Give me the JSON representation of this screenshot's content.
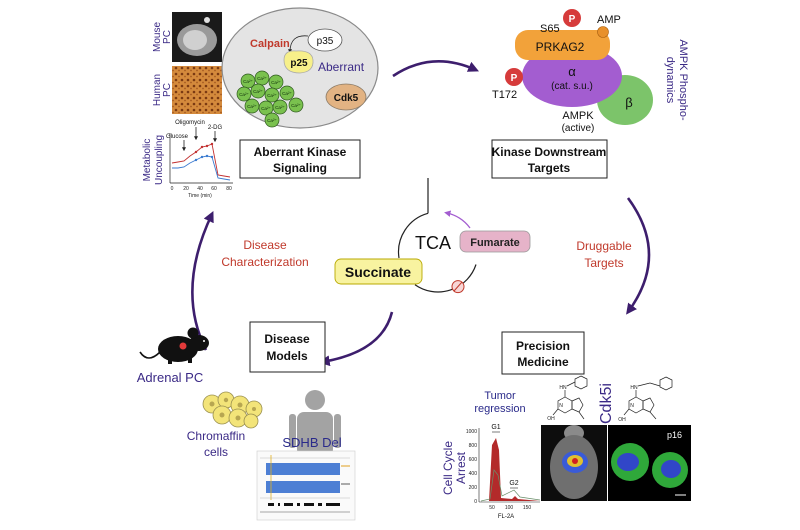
{
  "colors": {
    "arrow": "#3d1e6d",
    "label_purple": "#3b2a86",
    "label_red": "#c0392b",
    "phospho_red": "#d63b3b",
    "prkag2_orange": "#f2a23a",
    "alpha_purple": "#a35dd0",
    "beta_green": "#7cc46a",
    "succinate_yellow": "#f8f3a0",
    "fumarate_pink": "#e6b3c9",
    "calcium_green": "#7ac14e"
  },
  "imaging": {
    "mouse_pc": [
      "Mouse",
      "PC"
    ],
    "human_pc": [
      "Human",
      "PC"
    ]
  },
  "metabolic": {
    "label": [
      "Metabolic",
      "Uncoupling"
    ],
    "oligomycin": "Oligomycin",
    "glucose": "Glucose",
    "two_dg": "2-DG",
    "x_ticks": [
      "0",
      "20",
      "40",
      "60",
      "80"
    ],
    "x_label": "Time (min)"
  },
  "cell": {
    "calpain": "Calpain",
    "p35": "p35",
    "p25": "p25",
    "aberrant": "Aberrant",
    "cdk5": "Cdk5",
    "calcium": "Ca²⁺"
  },
  "stages": {
    "aberrant_kinase": [
      "Aberrant Kinase",
      "Signaling"
    ],
    "kinase_targets": [
      "Kinase Downstream",
      "Targets"
    ],
    "precision_medicine": [
      "Precision",
      "Medicine"
    ],
    "disease_models": [
      "Disease",
      "Models"
    ]
  },
  "transitions": {
    "druggable": [
      "Druggable",
      "Targets"
    ],
    "characterization": [
      "Disease",
      "Characterization"
    ]
  },
  "ampk": {
    "s65": "S65",
    "phospho": "P",
    "amp": "AMP",
    "prkag2": "PRKAG2",
    "alpha": "α",
    "alpha_sub": "(cat. s.u.)",
    "t172": "T172",
    "beta": "β",
    "name": "AMPK",
    "state": "(active)",
    "side_label": [
      "AMPK Phospho-",
      "dynamics"
    ]
  },
  "tca": {
    "center": "TCA",
    "fumarate": "Fumarate",
    "succinate": "Succinate"
  },
  "models": {
    "mouse": "Adrenal PC",
    "chromaffin": [
      "Chromaffin",
      "cells"
    ],
    "human": "SDHB Del"
  },
  "medicine": {
    "tumor": [
      "Tumor",
      "regression"
    ],
    "inhibitor": "Cdk5i",
    "chem_labels": [
      "HN",
      "N",
      "OH"
    ],
    "p16": "p16",
    "cell_cycle": [
      "Cell Cycle",
      "Arrest"
    ],
    "hist_y_ticks": [
      "1000",
      "800",
      "600",
      "400",
      "200",
      "0"
    ],
    "hist_x_ticks": [
      "50",
      "100",
      "150"
    ],
    "hist_x_label": "FL-2A",
    "g1": "G1",
    "g2": "G2"
  }
}
